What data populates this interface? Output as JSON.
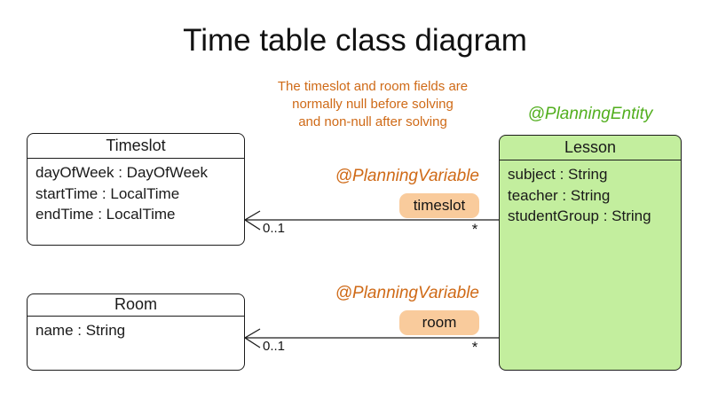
{
  "title": "Time table class diagram",
  "note": {
    "text": "The timeslot and room fields are\nnormally null before solving\nand non-null after solving"
  },
  "annotations": {
    "planning_entity": "@PlanningEntity",
    "planning_variable_timeslot": "@PlanningVariable",
    "planning_variable_room": "@PlanningVariable"
  },
  "classes": {
    "timeslot": {
      "name": "Timeslot",
      "attributes": [
        "dayOfWeek : DayOfWeek",
        "startTime : LocalTime",
        "endTime : LocalTime"
      ]
    },
    "room": {
      "name": "Room",
      "attributes": [
        "name : String"
      ]
    },
    "lesson": {
      "name": "Lesson",
      "attributes": [
        "subject : String",
        "teacher : String",
        "studentGroup : String"
      ]
    }
  },
  "associations": {
    "timeslot": {
      "field_badge": "timeslot",
      "multiplicity_source": "0..1",
      "multiplicity_target": "*"
    },
    "room": {
      "field_badge": "room",
      "multiplicity_source": "0..1",
      "multiplicity_target": "*"
    }
  },
  "colors": {
    "orange_text": "#cf6a17",
    "green_text": "#52ae1e",
    "lesson_fill": "#c3ee9e",
    "badge_fill": "#f9cb9c",
    "line_color": "#1c1c1c"
  }
}
